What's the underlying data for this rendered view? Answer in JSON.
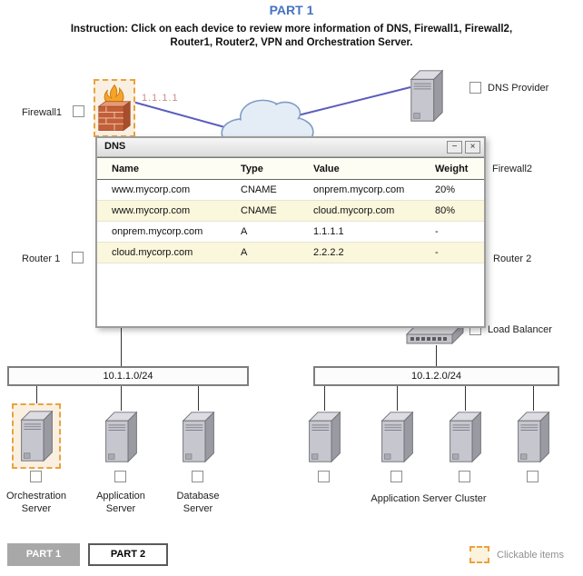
{
  "header": {
    "title": "PART 1",
    "instruction": "Instruction: Click on each device to review more information of DNS, Firewall1, Firewall2, Router1, Router2, VPN and Orchestration Server."
  },
  "dialog": {
    "title": "DNS",
    "minimize": "−",
    "close": "×",
    "headers": [
      "Name",
      "Type",
      "Value",
      "Weight"
    ],
    "rows": [
      [
        "www.mycorp.com",
        "CNAME",
        "onprem.mycorp.com",
        "20%"
      ],
      [
        "www.mycorp.com",
        "CNAME",
        "cloud.mycorp.com",
        "80%"
      ],
      [
        "onprem.mycorp.com",
        "A",
        "1.1.1.1",
        "-"
      ],
      [
        "cloud.mycorp.com",
        "A",
        "2.2.2.2",
        "-"
      ]
    ]
  },
  "labels": {
    "firewall1": "Firewall1",
    "firewall2": "Firewall2",
    "router1": "Router 1",
    "router2": "Router 2",
    "dns_provider": "DNS Provider",
    "load_balancer": "Load Balancer",
    "firewall1_ip": "1.1.1.1",
    "subnet_left": "10.1.1.0/24",
    "subnet_right": "10.1.2.0/24",
    "orchestration_server": "Orchestration Server",
    "application_server": "Application Server",
    "database_server": "Database Server",
    "app_server_cluster": "Application Server Cluster"
  },
  "footer": {
    "part1": "PART 1",
    "part2": "PART 2",
    "legend": "Clickable items"
  },
  "colors": {
    "accent_title": "#4472C4",
    "clickable_outline": "#E8A33D",
    "row_highlight": "#FBF7DC",
    "link_line": "#5C5CBE",
    "ip_label": "#D08888"
  }
}
